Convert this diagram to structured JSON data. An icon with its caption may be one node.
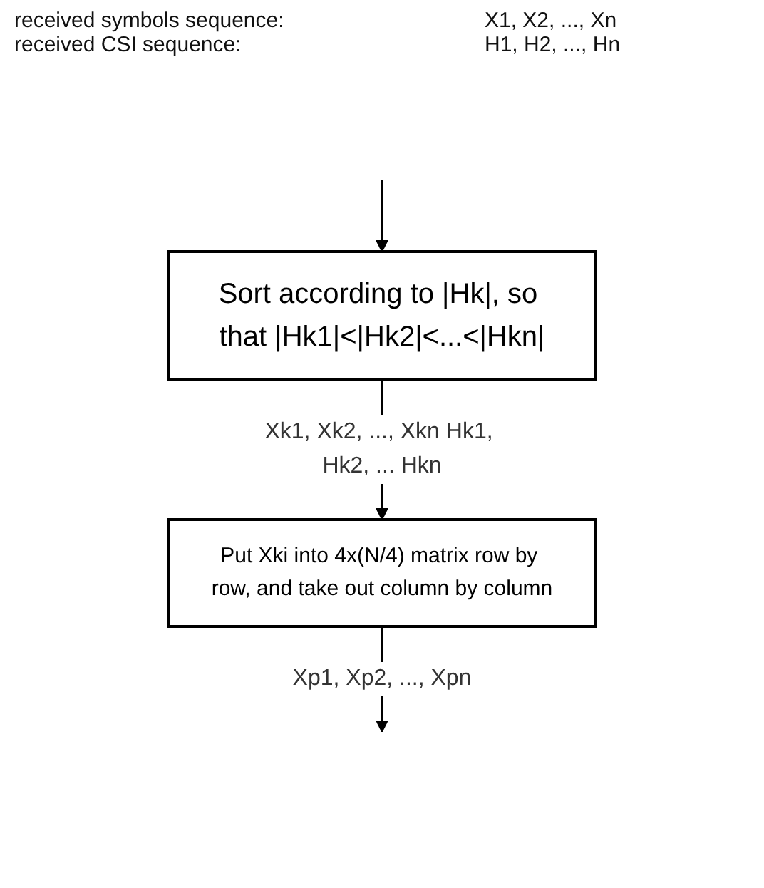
{
  "diagram": {
    "nodes": [
      {
        "text": [
          "Sort according to |Hk|, so that |Hk1|<|Hk2|<...<|Hkn|"
        ]
      },
      {
        "text": [
          "Put Xki into 4x(N/4) matrix row by row, and take out column by column"
        ]
      }
    ],
    "edges": [
      {
        "from": null,
        "to": 0,
        "arrow": "to"
      },
      {
        "from": 0,
        "to": 1,
        "arrow": "to",
        "label": "Xk1, Xk2, ..., Xkn Hk1, Hk2, ... Hkn"
      },
      {
        "from": 1,
        "to": null,
        "arrow": "to",
        "label": "Xp1, Xp2, ..., Xpn"
      }
    ],
    "labels": [
      "received symbols sequence:",
      "X1, X2, ..., Xn",
      "received CSI sequence:",
      "H1, H2, ..., Hn"
    ]
  }
}
